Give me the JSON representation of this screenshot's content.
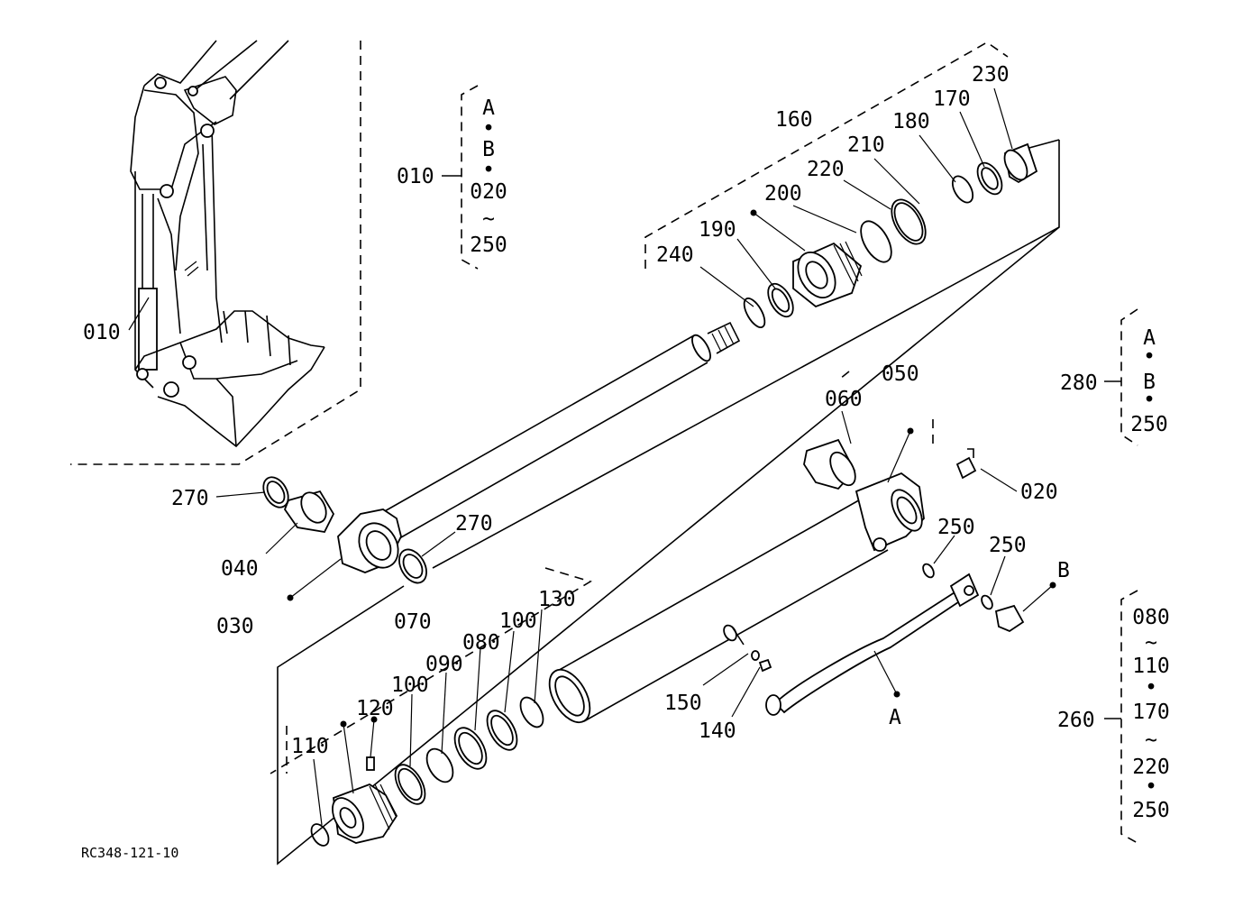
{
  "document_id": "RC348-121-10",
  "parts": {
    "p010": "010",
    "p020": "020",
    "p030": "030",
    "p040": "040",
    "p050": "050",
    "p060": "060",
    "p070": "070",
    "p080": "080",
    "p090": "090",
    "p100a": "100",
    "p100b": "100",
    "p110": "110",
    "p120": "120",
    "p130": "130",
    "p140": "140",
    "p150": "150",
    "p160": "160",
    "p170": "170",
    "p180": "180",
    "p190": "190",
    "p200": "200",
    "p210": "210",
    "p220": "220",
    "p230": "230",
    "p240": "240",
    "p250a": "250",
    "p250b": "250",
    "p270a": "270",
    "p270b": "270"
  },
  "markers": {
    "a": "A",
    "b": "B"
  },
  "kit_010": {
    "label": "010",
    "lines": [
      "A",
      "•",
      "B",
      "•",
      "020",
      "~",
      "250"
    ]
  },
  "kit_280": {
    "label": "280",
    "lines": [
      "A",
      "•",
      "B",
      "•",
      "250"
    ]
  },
  "kit_260": {
    "label": "260",
    "lines": [
      "080",
      "~",
      "110",
      "•",
      "170",
      "~",
      "220",
      "•",
      "250"
    ]
  }
}
